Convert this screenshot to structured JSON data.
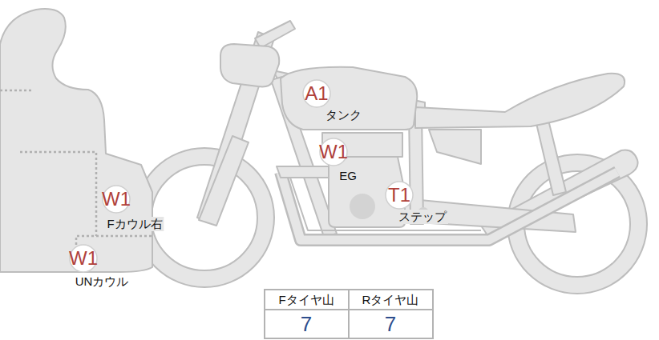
{
  "diagram": {
    "nodes": [
      {
        "text": [
          "A1",
          "タンク"
        ]
      },
      {
        "text": [
          "W1",
          "EG"
        ]
      },
      {
        "text": [
          "W1",
          "Fカウル右"
        ]
      },
      {
        "text": [
          "T1",
          "ステップ"
        ]
      },
      {
        "text": [
          "W1",
          "UNカウル"
        ]
      }
    ],
    "labels": [
      "Fタイヤ山",
      "Rタイヤ山",
      "7",
      "7"
    ]
  }
}
